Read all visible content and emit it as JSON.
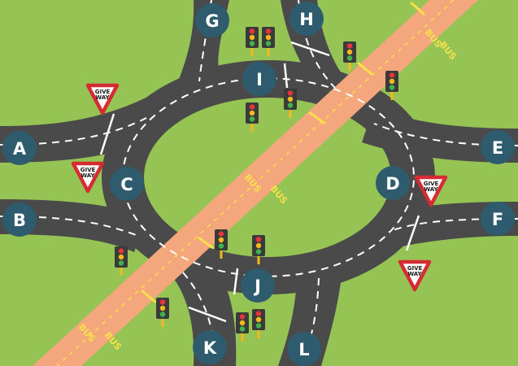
{
  "diagram": {
    "nodes": [
      {
        "id": "A",
        "label": "A"
      },
      {
        "id": "B",
        "label": "B"
      },
      {
        "id": "C",
        "label": "C"
      },
      {
        "id": "D",
        "label": "D"
      },
      {
        "id": "E",
        "label": "E"
      },
      {
        "id": "F",
        "label": "F"
      },
      {
        "id": "G",
        "label": "G"
      },
      {
        "id": "H",
        "label": "H"
      },
      {
        "id": "I",
        "label": "I"
      },
      {
        "id": "J",
        "label": "J"
      },
      {
        "id": "K",
        "label": "K"
      },
      {
        "id": "L",
        "label": "L"
      }
    ],
    "give_way_sign": {
      "line1": "GIVE",
      "line2": "WAY"
    },
    "bus_lane_marking": "BUS",
    "traffic_light_count": 12,
    "give_way_sign_count": 4
  },
  "colors": {
    "grass": "#95c454",
    "road": "#4a4a4a",
    "road_marking": "#ffffff",
    "bus_lane": "#f4a67d",
    "bus_marking": "#f7e04a",
    "node_circle": "#2e5c6e",
    "give_way_border": "#d52b33",
    "light_red": "#e8343b",
    "light_amber": "#f2b81c",
    "light_green": "#3db54a",
    "light_housing": "#3a3a3a",
    "light_pole": "#f2b81c"
  }
}
